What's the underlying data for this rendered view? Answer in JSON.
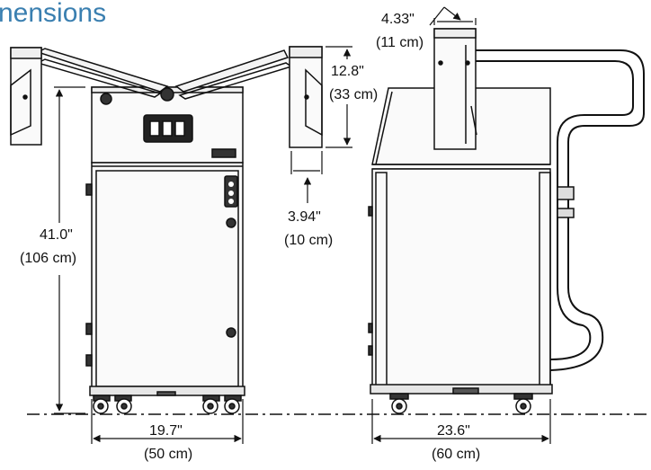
{
  "title": "nensions",
  "colors": {
    "title": "#3a7fb0",
    "line": "#111111",
    "panel": "#f7f7f7"
  },
  "dimensions": {
    "height": {
      "imperial": "41.0\"",
      "metric": "(106 cm)"
    },
    "front_width": {
      "imperial": "19.7\"",
      "metric": "(50 cm)"
    },
    "side_depth": {
      "imperial": "23.6\"",
      "metric": "(60 cm)"
    },
    "duct_height": {
      "imperial": "12.8\"",
      "metric": "(33 cm)"
    },
    "duct_depth": {
      "imperial": "3.94\"",
      "metric": "(10 cm)"
    },
    "duct_width": {
      "imperial": "4.33\"",
      "metric": "(11 cm)"
    }
  }
}
